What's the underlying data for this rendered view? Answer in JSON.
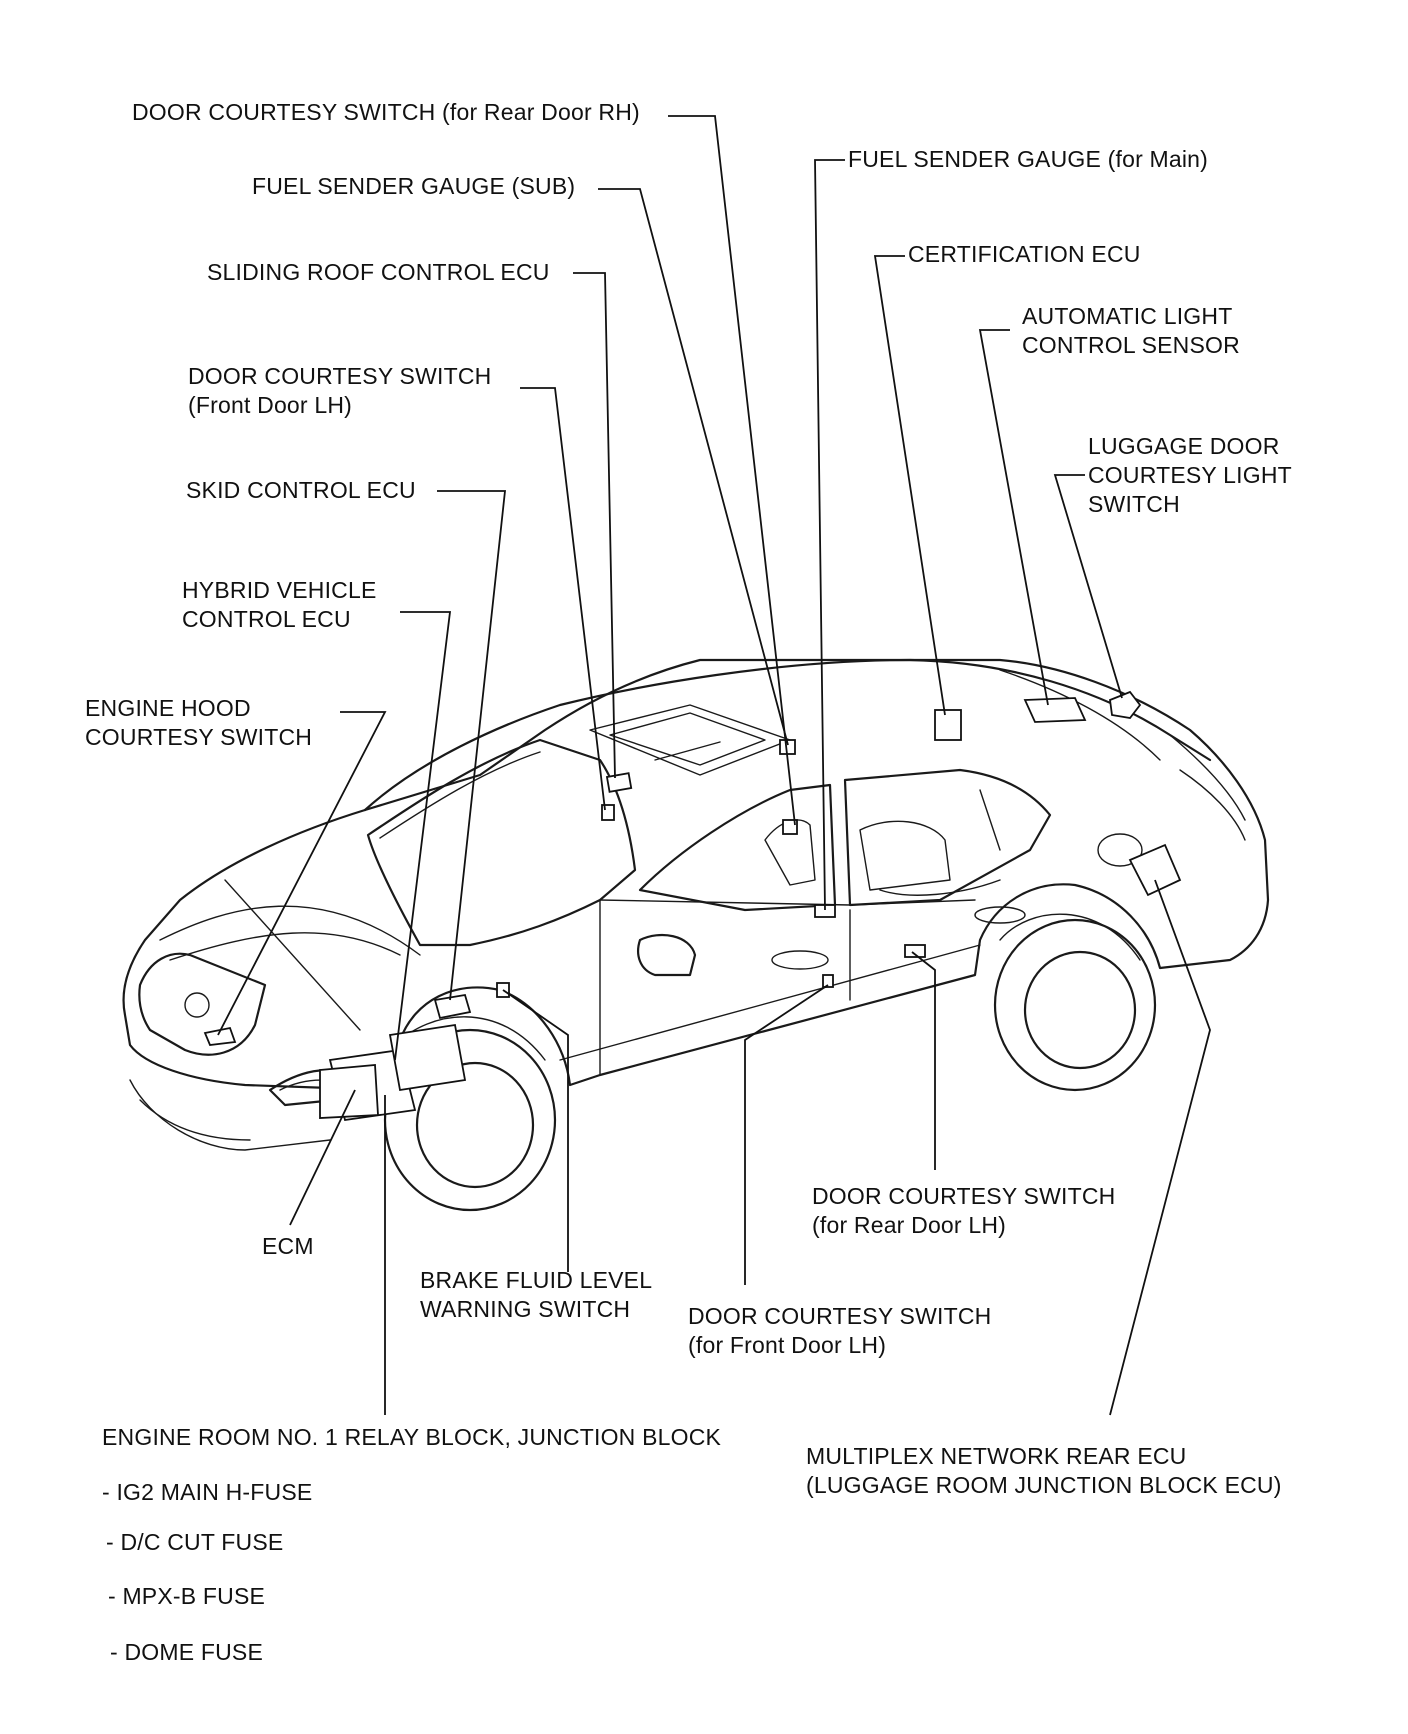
{
  "labels": {
    "door_rear_rh": "DOOR COURTESY SWITCH (for Rear Door RH)",
    "fuel_sub": "FUEL SENDER GAUGE (SUB)",
    "fuel_main": "FUEL SENDER GAUGE (for Main)",
    "certification_ecu": "CERTIFICATION ECU",
    "sliding_roof_ecu": "SLIDING ROOF CONTROL ECU",
    "auto_light_sensor": "AUTOMATIC LIGHT\nCONTROL SENSOR",
    "door_front_lh_top": "DOOR COURTESY SWITCH\n(Front Door LH)",
    "luggage_door_switch": "LUGGAGE DOOR\nCOURTESY LIGHT\nSWITCH",
    "skid_control_ecu": "SKID CONTROL ECU",
    "hybrid_vehicle_ecu": "HYBRID VEHICLE\nCONTROL ECU",
    "engine_hood_switch": "ENGINE HOOD\nCOURTESY SWITCH",
    "ecm": "ECM",
    "brake_fluid_switch": "BRAKE FLUID LEVEL\nWARNING SWITCH",
    "door_rear_lh": "DOOR COURTESY SWITCH\n(for Rear Door LH)",
    "door_front_lh_bottom": "DOOR COURTESY SWITCH\n(for Front Door LH)",
    "engine_room_block": "ENGINE ROOM NO. 1 RELAY BLOCK, JUNCTION BLOCK",
    "multiplex_rear_ecu": "MULTIPLEX NETWORK REAR ECU\n(LUGGAGE ROOM JUNCTION BLOCK ECU)"
  },
  "fuses": [
    "- IG2 MAIN H-FUSE",
    "- D/C CUT FUSE",
    "- MPX-B FUSE",
    "- DOME FUSE"
  ]
}
